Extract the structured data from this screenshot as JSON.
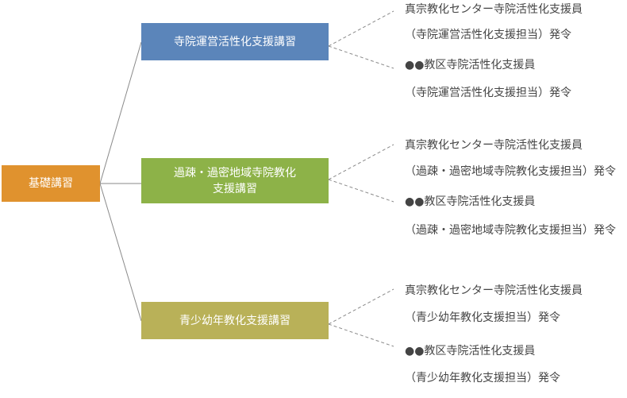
{
  "root": {
    "label": "基礎講習"
  },
  "branches": [
    {
      "label": "寺院運営活性化支援講習",
      "color": "#5b85ba",
      "outputs": [
        {
          "title": "真宗教化センター寺院活性化支援員",
          "note": "（寺院運営活性化支援担当）発令"
        },
        {
          "title": "●●教区寺院活性化支援員",
          "note": "（寺院運営活性化支援担当）発令"
        }
      ]
    },
    {
      "label_lines": [
        "過疎・過密地域寺院教化",
        "支援講習"
      ],
      "color": "#8db248",
      "outputs": [
        {
          "title": "真宗教化センター寺院活性化支援員",
          "note": "（過疎・過密地域寺院教化支援担当）発令"
        },
        {
          "title": "●●教区寺院活性化支援員",
          "note": "（過疎・過密地域寺院教化支援担当）発令"
        }
      ]
    },
    {
      "label": "青少幼年教化支援講習",
      "color": "#b9b158",
      "outputs": [
        {
          "title": "真宗教化センター寺院活性化支援員",
          "note": "（青少幼年教化支援担当）発令"
        },
        {
          "title": "●●教区寺院活性化支援員",
          "note": "（青少幼年教化支援担当）発令"
        }
      ]
    }
  ],
  "colors": {
    "root": "#e0922e",
    "connector": "#8a8a8a",
    "text": "#444444"
  }
}
